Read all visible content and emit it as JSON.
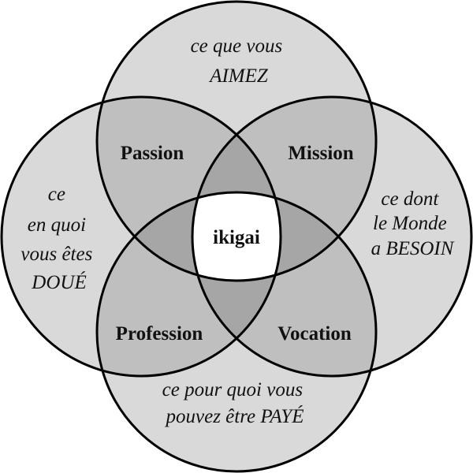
{
  "diagram": {
    "title": "ikigai",
    "colors": {
      "single": "#d9d9d9",
      "double": "#bfbfbf",
      "triple": "#a6a6a6",
      "center": "#ffffff",
      "stroke": "#000000"
    },
    "circles": {
      "top": {
        "lines": [
          "ce que vous",
          "AIMEZ"
        ]
      },
      "left": {
        "lines": [
          "ce",
          "en quoi",
          "vous êtes",
          "DOUÉ"
        ]
      },
      "right": {
        "lines": [
          "ce dont",
          "le Monde",
          "a BESOIN"
        ]
      },
      "bottom": {
        "lines": [
          "ce pour quoi vous",
          "pouvez être PAYÉ"
        ]
      }
    },
    "overlaps": {
      "passion": "Passion",
      "mission": "Mission",
      "profession": "Profession",
      "vocation": "Vocation",
      "center": "ikigai"
    }
  }
}
